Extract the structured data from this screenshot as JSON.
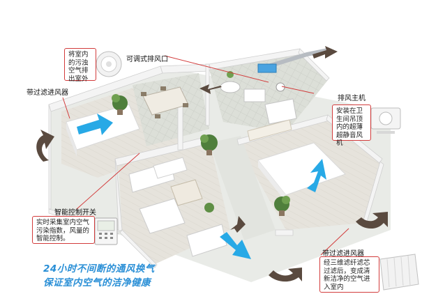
{
  "callouts": {
    "exhaust_indoor": "将室内的污浊空气排出室外",
    "adjustable_outlet": "可调式排风口",
    "filtered_inlet_top": "带过滤进风器",
    "exhaust_unit": "排风主机",
    "installed_in_ceiling": "安装在卫生间吊顶内的超薄超静音风机",
    "smart_switch": "智能控制开关",
    "realtime_sampling": "实时采集室内空气污染指数，风量的智能控制。",
    "filtered_inlet_bottom": "带过滤进风器",
    "triple_filter": "经三维滤纤滤芯过滤后，变成清新洁净的空气进入室内"
  },
  "slogan": {
    "line1": "24小时不间断的通风换气",
    "line2": "保证室内空气的洁净健康"
  },
  "colors": {
    "callout_border": "#d23b3b",
    "slogan": "#2a8fd6",
    "fresh_air_arrow": "#27a9e6",
    "exhaust_arrow": "#5a4a3f",
    "wall": "#f2f2f2",
    "floor_tile": "#d9dcd6"
  },
  "icons": [
    "fresh-air-arrow",
    "exhaust-air-arrow",
    "round-vent-icon",
    "control-panel-icon",
    "exhaust-fan-unit-icon",
    "inlet-filter-icon"
  ]
}
